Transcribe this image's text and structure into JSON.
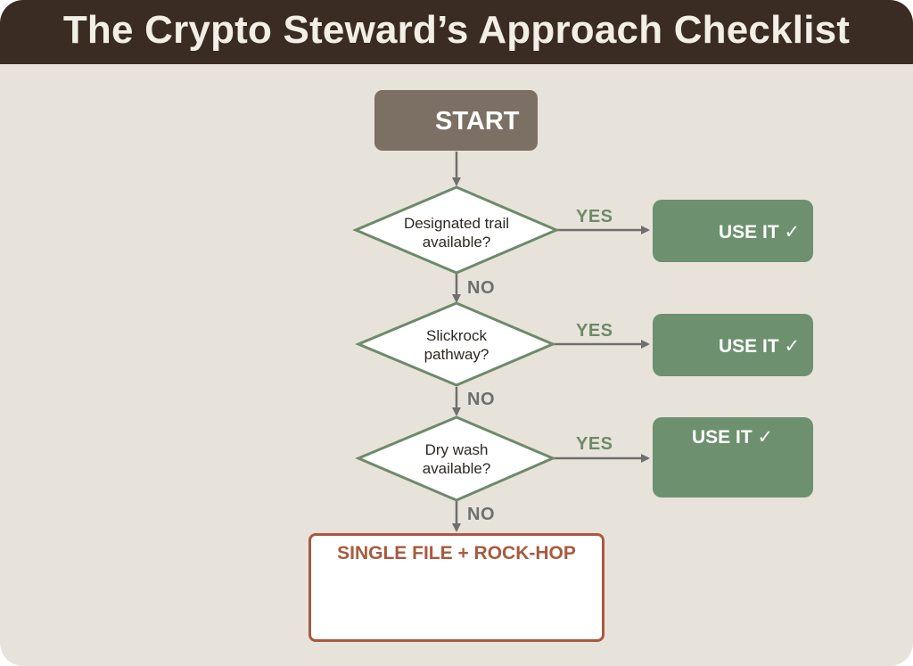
{
  "title": "The Crypto Steward’s Approach Checklist",
  "start": {
    "label": "START",
    "icon": "hiker-icon"
  },
  "decisions": [
    {
      "question": "Designated trail available?",
      "line1": "Designated trail",
      "line2": "available?",
      "yes_label": "YES",
      "no_label": "NO",
      "result_label": "USE IT ✓",
      "result_icon": "trail-marker-icon"
    },
    {
      "question": "Slickrock pathway?",
      "line1": "Slickrock",
      "line2": "pathway?",
      "yes_label": "YES",
      "no_label": "NO",
      "result_label": "USE IT ✓",
      "result_icon": "slickrock-icon"
    },
    {
      "question": "Dry wash available?",
      "line1": "Dry wash",
      "line2": "available?",
      "yes_label": "YES",
      "no_label": "NO",
      "result_label": "USE IT ✓",
      "result_icon": "dry-wash-icon"
    }
  ],
  "final": {
    "label": "SINGLE FILE + ROCK-HOP",
    "icons": [
      "boot-on-rocks-icon",
      "hikers-single-file-icon"
    ]
  },
  "colors": {
    "title_bar": "#3a2c22",
    "background": "#e8e3da",
    "start_box": "#7c7065",
    "yes_box": "#6d906e",
    "diamond_border": "#6d8a6b",
    "arrow": "#6f6f6f",
    "final_border": "#a85a3e"
  }
}
